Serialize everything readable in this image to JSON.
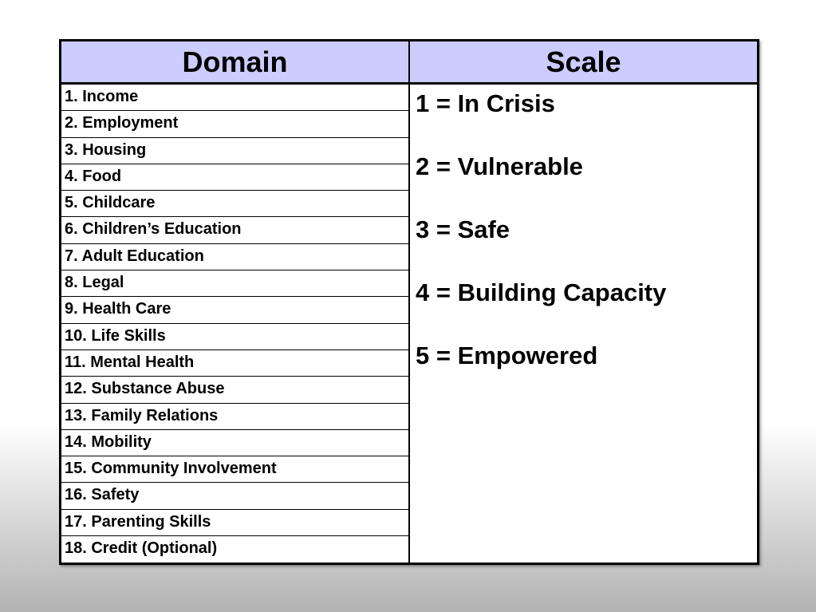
{
  "table": {
    "headers": {
      "domain": "Domain",
      "scale": "Scale"
    },
    "domains": [
      "1. Income",
      "2. Employment",
      "3. Housing",
      "4. Food",
      "5. Childcare",
      "6. Children’s Education",
      "7. Adult Education",
      "8. Legal",
      "9. Health Care",
      "10. Life Skills",
      "11. Mental Health",
      "12. Substance Abuse",
      "13. Family Relations",
      "14. Mobility",
      "15. Community Involvement",
      "16. Safety",
      "17. Parenting Skills",
      "18. Credit (Optional)"
    ],
    "scale": [
      "1 = In Crisis",
      "2 = Vulnerable",
      "3 = Safe",
      "4 = Building Capacity",
      "5 = Empowered"
    ]
  },
  "colors": {
    "header_background": "#ccccff",
    "border": "#000000",
    "background_gradient_end": "#b3b3b3"
  }
}
